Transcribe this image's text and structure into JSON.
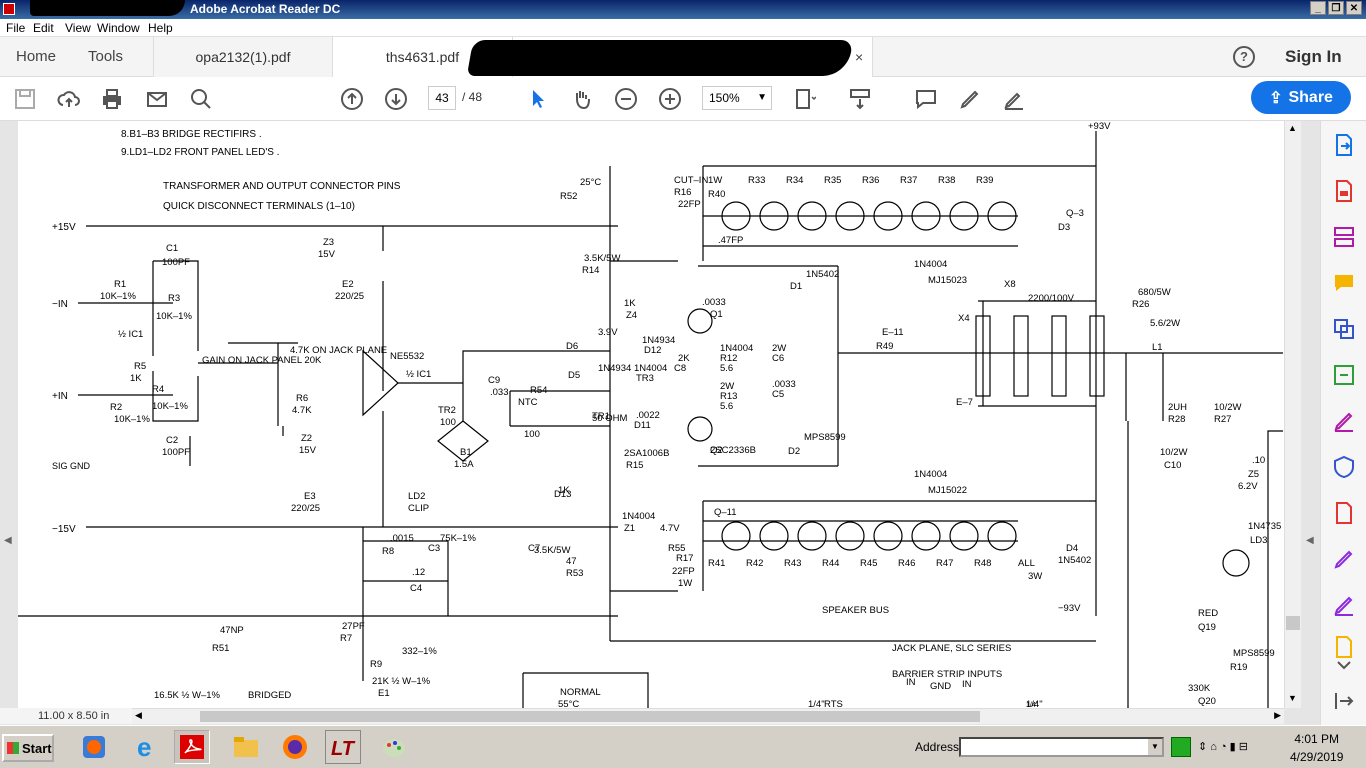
{
  "window": {
    "title": "Adobe Acrobat Reader DC",
    "controls": [
      "_",
      "❐",
      "✕"
    ]
  },
  "menu": [
    "File",
    "Edit",
    "View",
    "Window",
    "Help"
  ],
  "tabs": {
    "home": "Home",
    "tools": "Tools",
    "files": [
      "opa2132(1).pdf",
      "ths4631.pdf"
    ],
    "close": "×",
    "help": "?",
    "sign_in": "Sign In"
  },
  "toolbar": {
    "page_current": "43",
    "page_total": "/ 48",
    "zoom": "150%",
    "share": "Share"
  },
  "status": {
    "page_size": "11.00 x 8.50 in"
  },
  "taskbar": {
    "start": "Start",
    "address_label": "Address",
    "time": "4:01 PM",
    "date": "4/29/2019"
  },
  "schematic": {
    "notes": [
      "8.B1–B3 BRIDGE RECTIFIRS .",
      "9.LD1–LD2 FRONT PANEL LED'S ."
    ],
    "legend": [
      "TRANSFORMER AND OUTPUT CONNECTOR PINS",
      "QUICK DISCONNECT TERMINALS (1–10)"
    ],
    "rails": [
      "+15V",
      "−15V",
      "SIG GND",
      "−IN",
      "+IN"
    ],
    "labels": [
      "C1",
      "100PF",
      "R1",
      "10K–1%",
      "R3",
      "10K–1%",
      "½ IC1",
      "R5",
      "1K",
      "R4",
      "10K–1%",
      "R2",
      "10K–1%",
      "C2",
      "100PF",
      "GAIN ON JACK PANEL 20K",
      "4.7K ON JACK PLANE",
      "R6",
      "4.7K",
      "Z3",
      "15V",
      "E2",
      "220/25",
      "NE5532",
      "½ IC1",
      "Z2",
      "15V",
      "E3",
      "220/25",
      "TR2",
      "100",
      "B1",
      "1.5A",
      "LD2",
      "CLIP",
      "C9",
      ".033",
      "R54",
      "NTC",
      "50 OHM",
      "TR1",
      "100",
      "25°C",
      "R52",
      "3.5K/5W",
      "R14",
      "1K",
      "Z4",
      "3.9V",
      "D6",
      "1N4934",
      "D5",
      "1N4934",
      "D12",
      "1N4004",
      "TR3",
      "2K",
      "C8",
      ".0022",
      "D11",
      "1N4004",
      "R12",
      "5.6",
      "2W",
      "R13",
      "5.6",
      "2W",
      "C6",
      ".0033",
      "C5",
      ".0033",
      "Q1",
      "2SC2336B",
      "Q2",
      "2SA1006B",
      "R15",
      "1K",
      "D13",
      "1N4004",
      "Z1",
      "4.7V",
      "R55",
      "47",
      "R53",
      "3.5K/5W",
      "C7",
      ".0015",
      "R8",
      "75K–1%",
      "C3",
      ".12",
      "C4",
      "27PF",
      "R7",
      "332–1%",
      "R9",
      "21K ½ W–1%",
      "E1",
      "47NP",
      "R51",
      "16.5K ½ W–1%",
      "BRIDGED",
      "NORMAL",
      "55°C",
      "CUT–IN",
      "R16",
      "22FP",
      "1W",
      "R33",
      "R34",
      "R35",
      "R36",
      "R37",
      "R38",
      "R39",
      "R40",
      ".47FP",
      "Q–3",
      "D3",
      "1N5402",
      "D1",
      "1N4004",
      "MJ15023",
      "X8",
      "2200/100V",
      "X4",
      "E–7",
      "E–11",
      "R49",
      "680/5W",
      "R26",
      "5.6/2W",
      "L1",
      "2UH",
      "R28",
      "10/2W",
      "R27",
      "10/2W",
      "C10",
      ".10",
      "Z5",
      "6.2V",
      "1N4735",
      "LD3",
      "RED",
      "Q19",
      "MPS8599",
      "R19",
      "330K",
      "Q20",
      "MPS8599",
      "D2",
      "1N4004",
      "MJ15022",
      "Q–11",
      "R17",
      "22FP",
      "1W",
      "R41",
      "R42",
      "R43",
      "R44",
      "R45",
      "R46",
      "R47",
      "R48",
      "ALL",
      "3W",
      "D4",
      "1N5402",
      "SPEAKER BUS",
      "−93V",
      "+93V",
      "JACK PLANE, SLC SERIES",
      "BARRIER STRIP INPUTS",
      "IN",
      "GND",
      "IN",
      "1/4\"",
      "RTS",
      "1/4\""
    ]
  },
  "icons": [
    "save-icon",
    "upload-icon",
    "print-icon",
    "mail-icon",
    "zoom-search-icon",
    "page-up-icon",
    "page-down-icon",
    "select-cursor-icon",
    "hand-icon",
    "zoom-out-icon",
    "zoom-in-icon",
    "fit-page-icon",
    "scroll-mode-icon",
    "comment-icon",
    "highlight-icon",
    "sign-icon"
  ]
}
